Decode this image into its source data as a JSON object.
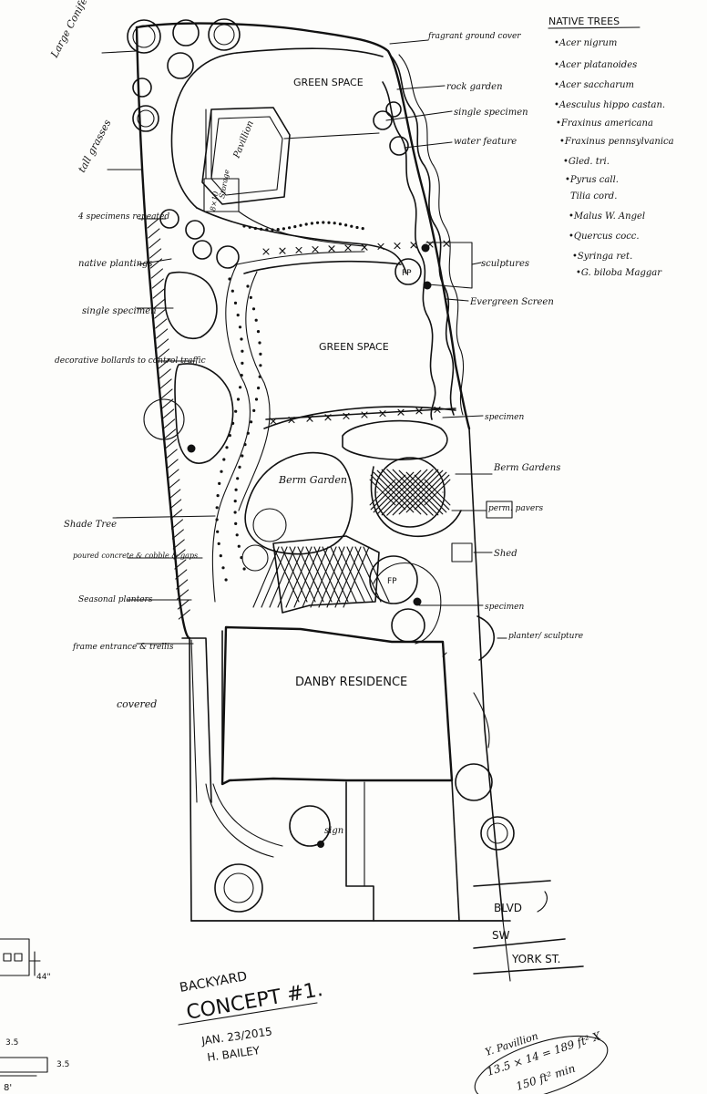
{
  "native_trees": {
    "title": "NATIVE TREES",
    "items": [
      "Acer nigrum",
      "Acer platanoides",
      "Acer saccharum",
      "Aesculus hippo castan.",
      "Fraxinus americana",
      "Fraxinus pennsylvanica",
      "Gled. tri.",
      "Pyrus call.",
      "Tilia cord.",
      "Malus W. Angel",
      "Quercus cocc.",
      "Syringa ret.",
      "G. biloba Maggar"
    ]
  },
  "areas": {
    "green_space_top": "GREEN SPACE",
    "green_space_mid": "GREEN SPACE",
    "pavilion": "Pavillion",
    "pavilion_dim_left": "8×10",
    "pavilion_dim_mid": "Storage",
    "berm_garden": "Berm Garden",
    "residence": "DANBY RESIDENCE",
    "fire_pit_1": "FP",
    "fire_pit_2": "FP",
    "sign": "sign"
  },
  "left_labels": {
    "large_conifer": "Large Conifer",
    "tall_grasses": "tall grasses",
    "specimens_repeated": "4 specimens repeated",
    "native_plantings": "native plantings",
    "single_specimen": "single specimen",
    "bollards": "decorative bollards to control traffic",
    "shade_tree": "Shade Tree",
    "poured_concrete": "poured concrete & cobble & gaps",
    "seasonal_planters": "Seasonal planters",
    "frame_entrance": "frame entrance & trellis",
    "covered": "covered"
  },
  "right_labels": {
    "fragrant_ground_cover": "fragrant ground cover",
    "rock_garden": "rock garden",
    "single_specimen": "single specimen",
    "water_feature": "water feature",
    "sculptures": "sculptures",
    "evergreen_screen": "Evergreen Screen",
    "specimen_top": "specimen",
    "berm_gardens": "Berm Gardens",
    "perm_pavers": "perm. pavers",
    "shed": "Shed",
    "specimen_low": "specimen",
    "planter_sculpture": "planter/ sculpture"
  },
  "street": {
    "blvd": "BLVD",
    "sw": "SW",
    "york": "YORK ST."
  },
  "title_block": {
    "line1": "BACKYARD",
    "line2": "CONCEPT #1.",
    "date": "JAN. 23/2015",
    "author": "H. BAILEY"
  },
  "calc": {
    "line1": "Y. Pavillion",
    "line2": "13.5 × 14 = 189 ft² X",
    "line3": "150 ft² min"
  },
  "edge_notes": {
    "height": "44\"",
    "n35a": "3.5",
    "n35b": "3.5",
    "n8": "8'"
  }
}
